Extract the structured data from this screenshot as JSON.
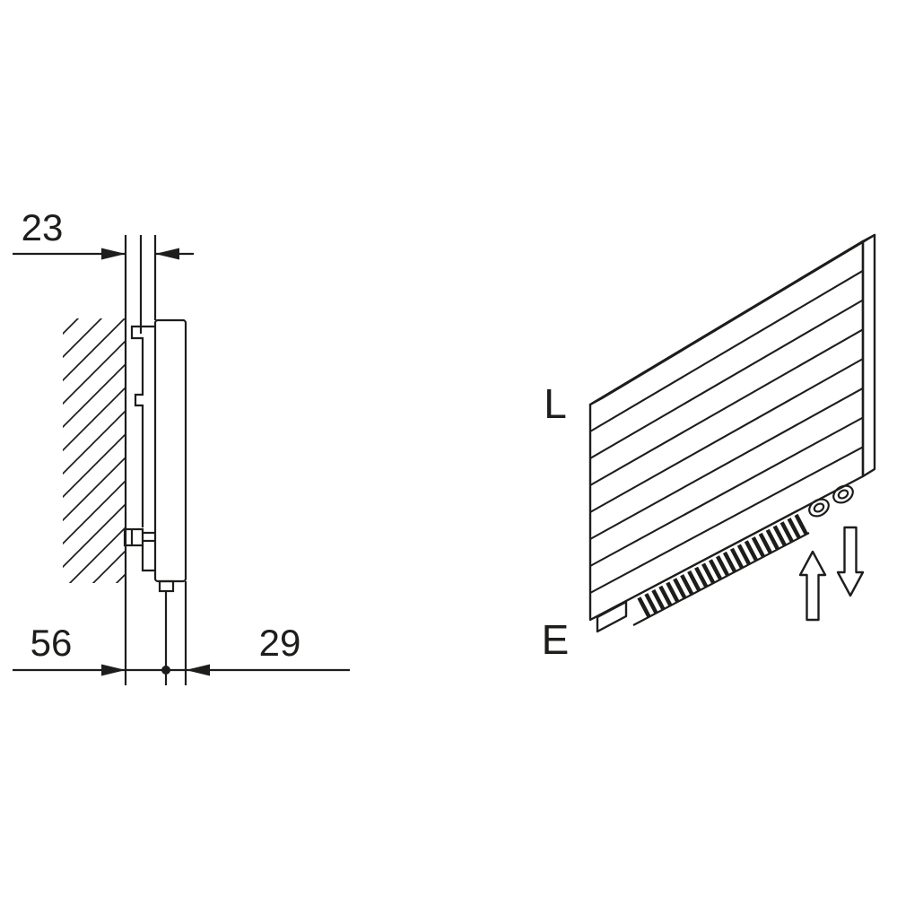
{
  "diagram": {
    "line_color": "#1d1d1b",
    "background_color": "#ffffff"
  },
  "side_view": {
    "dim_top": "23",
    "dim_bottom_left": "56",
    "dim_bottom_right": "29"
  },
  "perspective_view": {
    "label_top": "L",
    "label_bottom": "E",
    "icons": {
      "up_arrow": "flow-up-arrow-icon",
      "down_arrow": "flow-down-arrow-icon",
      "grille": "bottom-grille",
      "ports": "connection-ports"
    }
  }
}
